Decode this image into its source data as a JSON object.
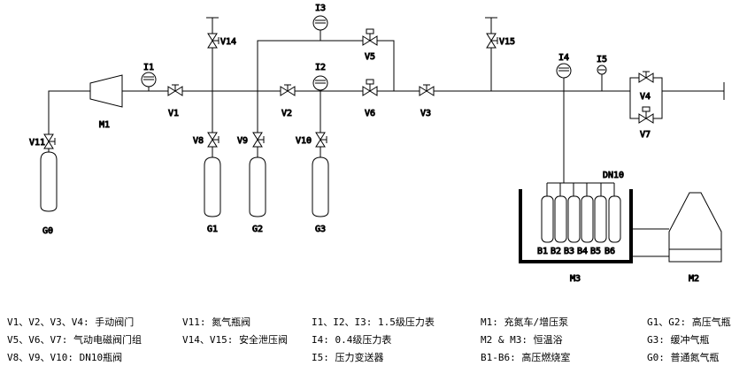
{
  "labels": {
    "V1": "V1",
    "V2": "V2",
    "V3": "V3",
    "V4": "V4",
    "V5": "V5",
    "V6": "V6",
    "V7": "V7",
    "V8": "V8",
    "V9": "V9",
    "V10": "V10",
    "V11": "V11",
    "V14": "V14",
    "V15": "V15",
    "I1": "I1",
    "I2": "I2",
    "I3": "I3",
    "I4": "I4",
    "I5": "I5",
    "M1": "M1",
    "M2": "M2",
    "M3": "M3",
    "G0": "G0",
    "G1": "G1",
    "G2": "G2",
    "G3": "G3",
    "DN10": "DN10",
    "B1": "B1",
    "B2": "B2",
    "B3": "B3",
    "B4": "B4",
    "B5": "B5",
    "B6": "B6"
  },
  "legend": [
    [
      "V1、V2、V3、V4: 手动阀门",
      "V5、V6、V7: 气动电磁阀门组",
      "V8、V9、V10: DN10瓶阀"
    ],
    [
      "V11: 氮气瓶阀",
      "V14、V15: 安全泄压阀"
    ],
    [
      "I1、I2、I3: 1.5级压力表",
      "I4: 0.4级压力表",
      "I5: 压力变送器"
    ],
    [
      "M1: 充氮车/增压泵",
      "M2 & M3: 恒温浴",
      "B1-B6: 高压燃烧室"
    ],
    [
      "G1、G2: 高压气瓶",
      "G3: 缓冲气瓶",
      "G0: 普通氮气瓶"
    ]
  ]
}
